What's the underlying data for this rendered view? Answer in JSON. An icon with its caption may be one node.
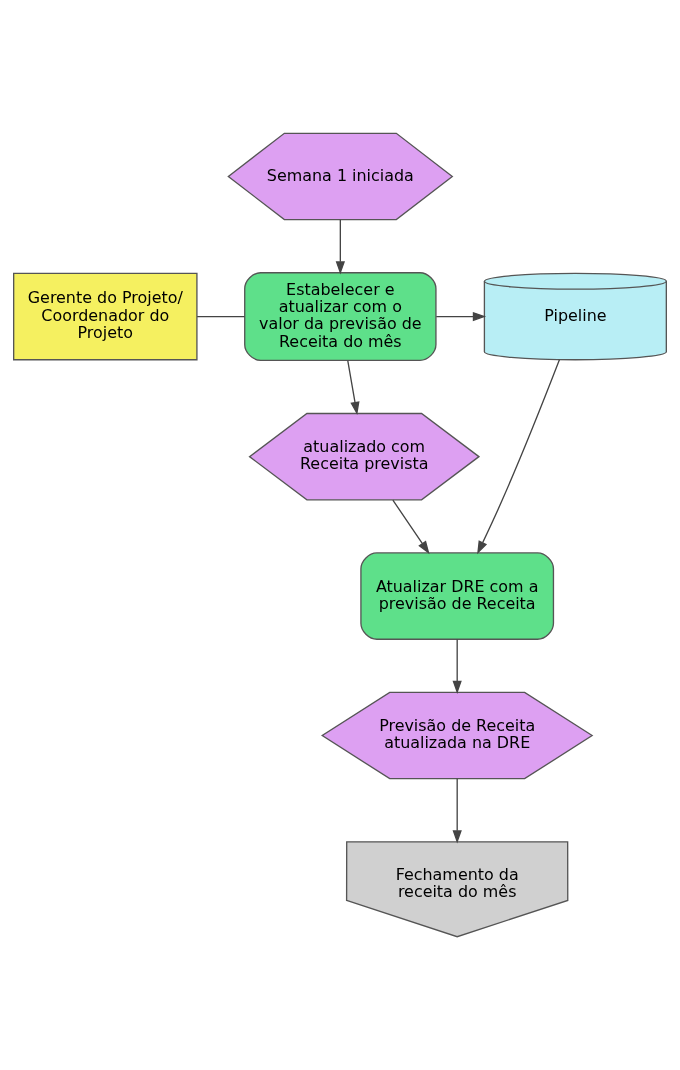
{
  "diagram": {
    "nodes": [
      {
        "text": [
          "Semana 1 iniciada"
        ]
      },
      {
        "text": [
          "Gerente do Projeto/ Coordenador do Projeto"
        ]
      },
      {
        "text": [
          "Estabelecer e atualizar com o valor da previsão de Receita do mês"
        ]
      },
      {
        "text": [
          "Pipeline"
        ]
      },
      {
        "text": [
          "atualizado com Receita prevista"
        ]
      },
      {
        "text": [
          "Atualizar DRE com a previsão de Receita"
        ]
      },
      {
        "text": [
          "Previsão de Receita atualizada na DRE"
        ]
      },
      {
        "text": [
          "Fechamento da receita do mês"
        ]
      }
    ],
    "edges": [
      {
        "from": 0,
        "to": 2,
        "arrow": "to"
      },
      {
        "from": 1,
        "to": 2,
        "arrow": "none"
      },
      {
        "from": 2,
        "to": 3,
        "arrow": "to"
      },
      {
        "from": 2,
        "to": 4,
        "arrow": "to"
      },
      {
        "from": 3,
        "to": 5,
        "arrow": "to"
      },
      {
        "from": 4,
        "to": 5,
        "arrow": "to"
      },
      {
        "from": 5,
        "to": 6,
        "arrow": "to"
      },
      {
        "from": 6,
        "to": 7,
        "arrow": "to"
      }
    ]
  }
}
